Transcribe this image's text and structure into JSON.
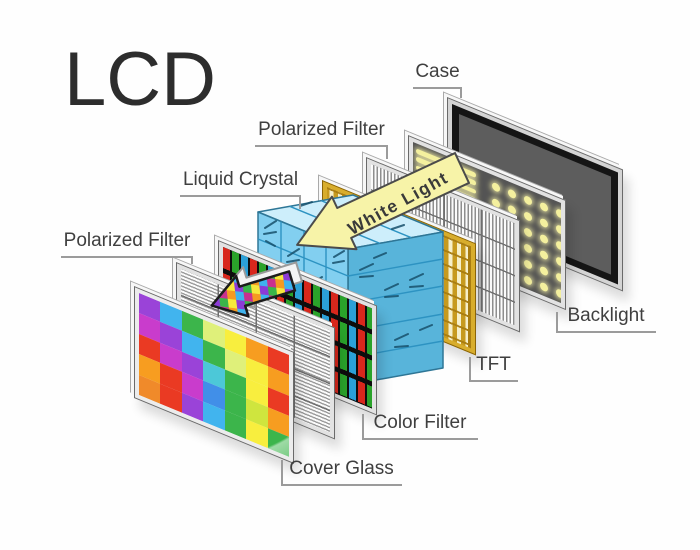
{
  "title": "LCD",
  "labels": {
    "case": "Case",
    "polarized_filter_top": "Polarized Filter",
    "liquid_crystal": "Liquid Crystal",
    "polarized_filter_left": "Polarized Filter",
    "white_light": "White Light",
    "backlight": "Backlight",
    "tft": "TFT",
    "color_filter": "Color Filter",
    "cover_glass": "Cover Glass"
  },
  "layer_order_front_to_back": [
    "Cover Glass",
    "Polarized Filter",
    "Color Filter",
    "Liquid Crystal",
    "TFT",
    "Polarized Filter",
    "Backlight",
    "Case"
  ],
  "colors": {
    "arrow_fill": "#f7f3a8",
    "outline": "#4b4b4b",
    "lc_front": "#82cff0",
    "lc_top": "#cdeefb",
    "lc_side": "#58b4da",
    "lc_line": "#2d93c2",
    "tft_gold": "#c79a1e",
    "backlight_face": "#545454",
    "glow_yellow": "#f4f09e",
    "case_screen": "#5d5d5d",
    "label_text": "#3f3f3f",
    "leader_gray": "#9b9b9b",
    "stripe_red": "#d8271c",
    "stripe_green": "#2aa32a",
    "stripe_blue": "#2ba0d8"
  },
  "cover_glass": {
    "cells": [
      [
        "#9a43d8",
        "#41b4ee",
        "#3cb54b",
        "#dff07a",
        "#f8ee3e",
        "#f79d20",
        "#ea3a23"
      ],
      [
        "#c93ccc",
        "#9a43d8",
        "#41b4ee",
        "#3cb54b",
        "#dff07a",
        "#f8ee3e",
        "#f79d20"
      ],
      [
        "#ea3a23",
        "#c93ccc",
        "#9a43d8",
        "#4cc8d8",
        "#3cb54b",
        "#f8ee3e",
        "#ea3a23"
      ],
      [
        "#f79d20",
        "#ea3a23",
        "#c93ccc",
        "#418fe8",
        "#3cb54b",
        "#cfe53e",
        "#f79d20"
      ],
      [
        "#f08a2a",
        "#ea3a23",
        "#9a43d8",
        "#41b4ee",
        "#3cb54b",
        "#f8ee3e",
        "#3cb54b"
      ]
    ]
  },
  "backlight": {
    "bar_count": 5,
    "dot_rows": 6,
    "dot_cols": 5
  },
  "rainbow_arrow": {
    "colors": [
      "#8c3bd6",
      "#f6e93d",
      "#3bb54a",
      "#3fb3ee",
      "#f59a21",
      "#c9308f",
      "#ea3a23",
      "#4cc8d8"
    ]
  }
}
